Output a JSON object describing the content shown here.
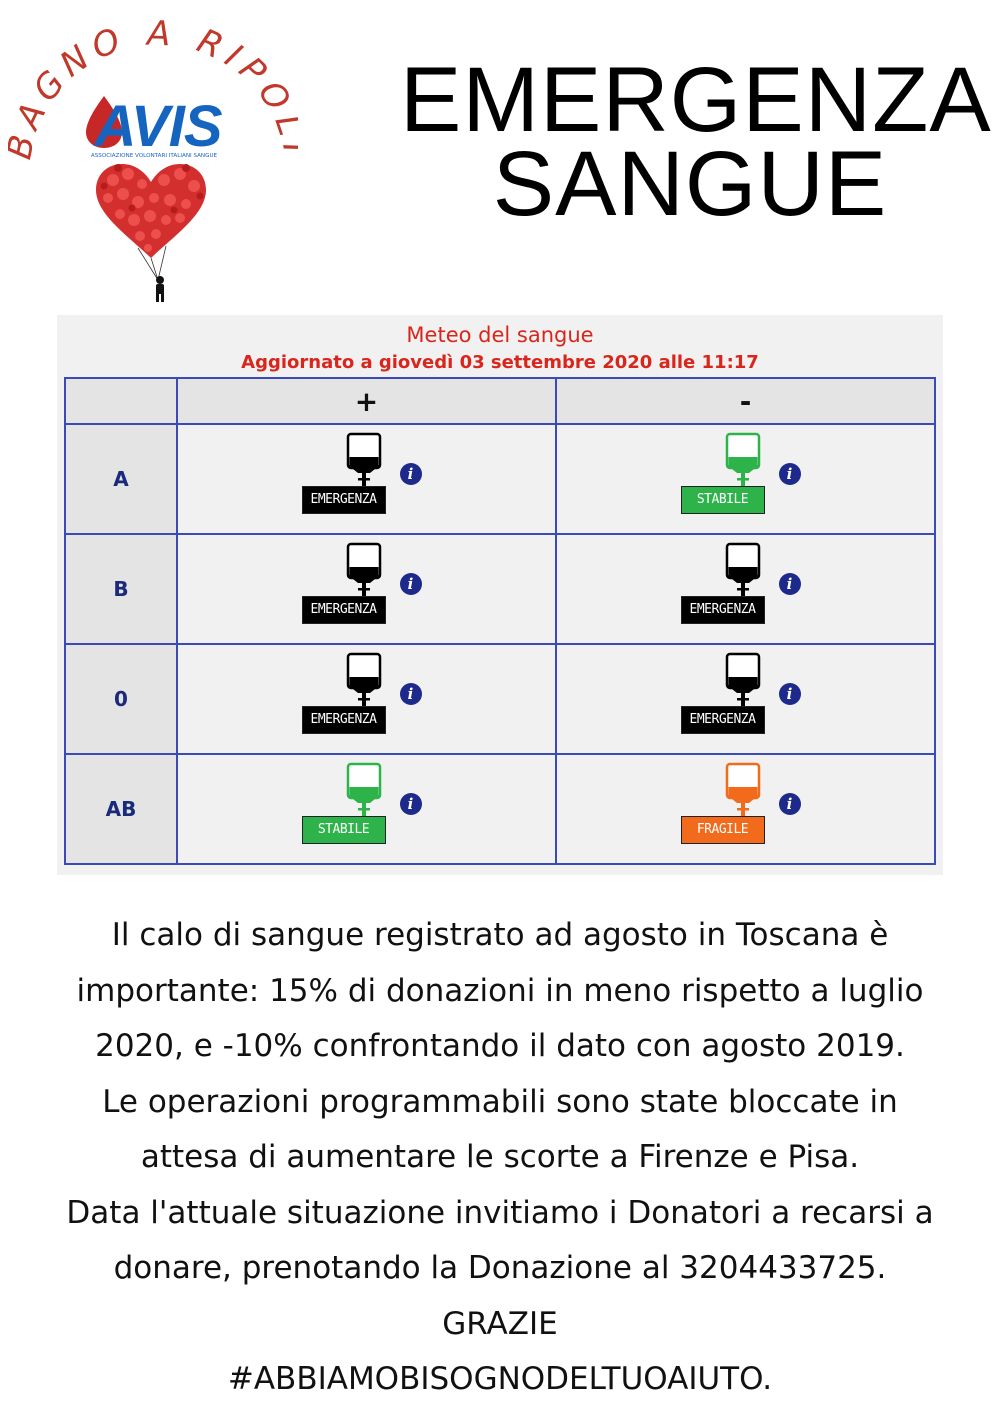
{
  "logo": {
    "arc_text": "BAGNO A RIPOLI",
    "brand": "AVIS",
    "subtitle": "ASSOCIAZIONE VOLONTARI ITALIANI SANGUE"
  },
  "headline": {
    "line1": "EMERGENZA",
    "line2": "SANGUE"
  },
  "meteo": {
    "title": "Meteo del sangue",
    "updated": "Aggiornato a giovedì 03 settembre 2020 alle 11:17",
    "columns": [
      "+",
      "-"
    ],
    "rows": [
      {
        "group": "A",
        "cells": [
          {
            "label": "EMERGENZA",
            "color": "#000000"
          },
          {
            "label": "STABILE",
            "color": "#2db34a"
          }
        ]
      },
      {
        "group": "B",
        "cells": [
          {
            "label": "EMERGENZA",
            "color": "#000000"
          },
          {
            "label": "EMERGENZA",
            "color": "#000000"
          }
        ]
      },
      {
        "group": "0",
        "cells": [
          {
            "label": "EMERGENZA",
            "color": "#000000"
          },
          {
            "label": "EMERGENZA",
            "color": "#000000"
          }
        ]
      },
      {
        "group": "AB",
        "cells": [
          {
            "label": "STABILE",
            "color": "#2db34a"
          },
          {
            "label": "FRAGILE",
            "color": "#f26a1b"
          }
        ]
      }
    ],
    "info_glyph": "i"
  },
  "message": {
    "lines": [
      "Il calo di sangue registrato ad agosto in Toscana è",
      "importante: 15% di donazioni in meno rispetto a luglio",
      "2020, e -10% confrontando il dato con agosto 2019.",
      "Le operazioni programmabili sono state bloccate in",
      "attesa di aumentare le scorte a Firenze e Pisa.",
      "Data l'attuale situazione invitiamo i Donatori a recarsi a",
      "donare, prenotando la Donazione al 3204433725.",
      "GRAZIE",
      "#ABBIAMOBISOGNODELTUOAIUTO."
    ]
  },
  "colors": {
    "accent_red": "#d9261c",
    "avis_blue": "#1565c0",
    "grid_blue": "#3a4bb8",
    "emergency": "#000000",
    "stable": "#2db34a",
    "fragile": "#f26a1b"
  },
  "icons": [
    "heart-balloons-icon",
    "person-holding-balloons-icon",
    "blood-bag-icon",
    "info-icon"
  ]
}
